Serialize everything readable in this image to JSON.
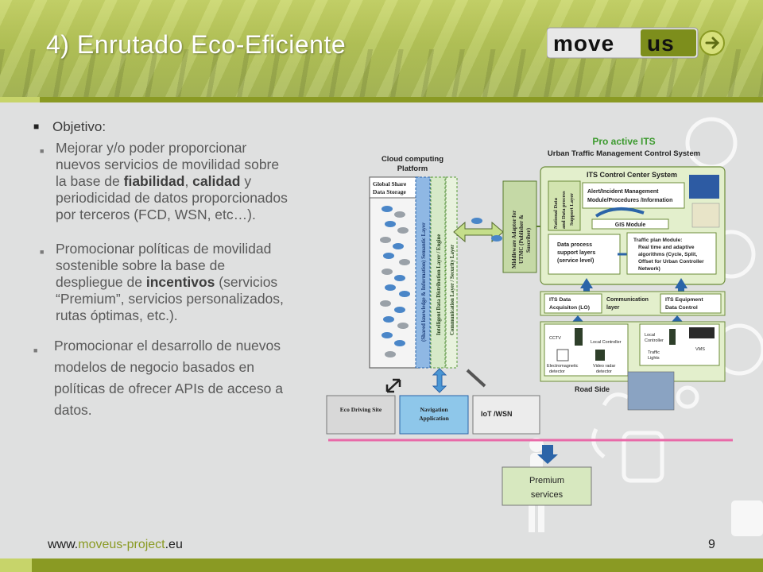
{
  "header": {
    "title": "4) Enrutado Eco-Eficiente",
    "logo_text": "move us",
    "colors": {
      "accent": "#8a9a23",
      "accent_light": "#c7d46a",
      "banner": "#b6c658"
    }
  },
  "content": {
    "objective_label": "Objetivo:",
    "items": [
      {
        "parts": [
          "Mejorar y/o poder proporcionar nuevos servicios de movilidad sobre la base de ",
          "fiabilidad",
          ", ",
          "calidad",
          " y periodicidad de datos proporcionados por terceros (FCD, WSN, etc…)."
        ]
      },
      {
        "parts": [
          "Promocionar políticas de movilidad sostenible sobre la base de despliegue de ",
          "incentivos",
          " (servicios “Premium”, servicios personalizados, rutas óptimas, etc.)."
        ]
      }
    ],
    "third_item": "Promocionar el desarrollo de nuevos modelos de negocio basados en políticas de ofrecer APIs de acceso a datos."
  },
  "diagram": {
    "cloud_title_1": "Cloud computing",
    "cloud_title_2": "Platform",
    "global_share_1": "Global Share",
    "global_share_2": "Data Storage",
    "layer_semantic": "(Shared knowledge & Information) Semantic Layer",
    "layer_intelligent": "Intelligent Data Distribution Layer / Engine",
    "layer_communication": "Communication Layer / Security Layer",
    "middleware_1": "Middleware Adaptor for",
    "middleware_2": "UTMC (Publisher &",
    "middleware_3": "Suscriber)",
    "proactive": "Pro active ITS",
    "utmc_system": "Urban Traffic Management  Control System",
    "its_control": "ITS Control Center System",
    "national_data_1": "National Data",
    "national_data_2": "and Data process",
    "national_data_3": "Support Layer",
    "alert_1": "Alert/Incident Management",
    "alert_2": "Module/Procedures /Information",
    "gis": "GIS Module",
    "dps_1": "Data process",
    "dps_2": "support layers",
    "dps_3": "(service level)",
    "traffic_1": "Traffic plan Module:",
    "traffic_2": "Real time and adaptive",
    "traffic_3": "algorithms (Cycle, Split,",
    "traffic_4": "Offset for Urban Controller",
    "traffic_5": "Network)",
    "its_acq_1": "ITS Data",
    "its_acq_2": "Acquisiton (LO)",
    "comm_1": "Communication",
    "comm_2": "layer",
    "its_equip_1": "ITS Equipment",
    "its_equip_2": "Data Control",
    "cctv": "CCTV",
    "local_controller": "Local Controller",
    "electromagnetic_1": "Electromagnetic",
    "electromagnetic_2": "detector",
    "video_1": "Video radar",
    "video_2": "detector",
    "local_controller2_1": "Local",
    "local_controller2_2": "Controller",
    "vms": "VMS",
    "traffic_lights_1": "Traffic",
    "traffic_lights_2": "Lights",
    "road_side": "Road Side",
    "eco_driving": "Eco Driving Site",
    "navigation_1": "Navigation",
    "navigation_2": "Application",
    "iot": "IoT /WSN",
    "premium_1": "Premium",
    "premium_2": "services"
  },
  "footer": {
    "url_prefix": "www.",
    "url_brand": "moveus-project",
    "url_suffix": ".eu",
    "page_number": "9"
  }
}
